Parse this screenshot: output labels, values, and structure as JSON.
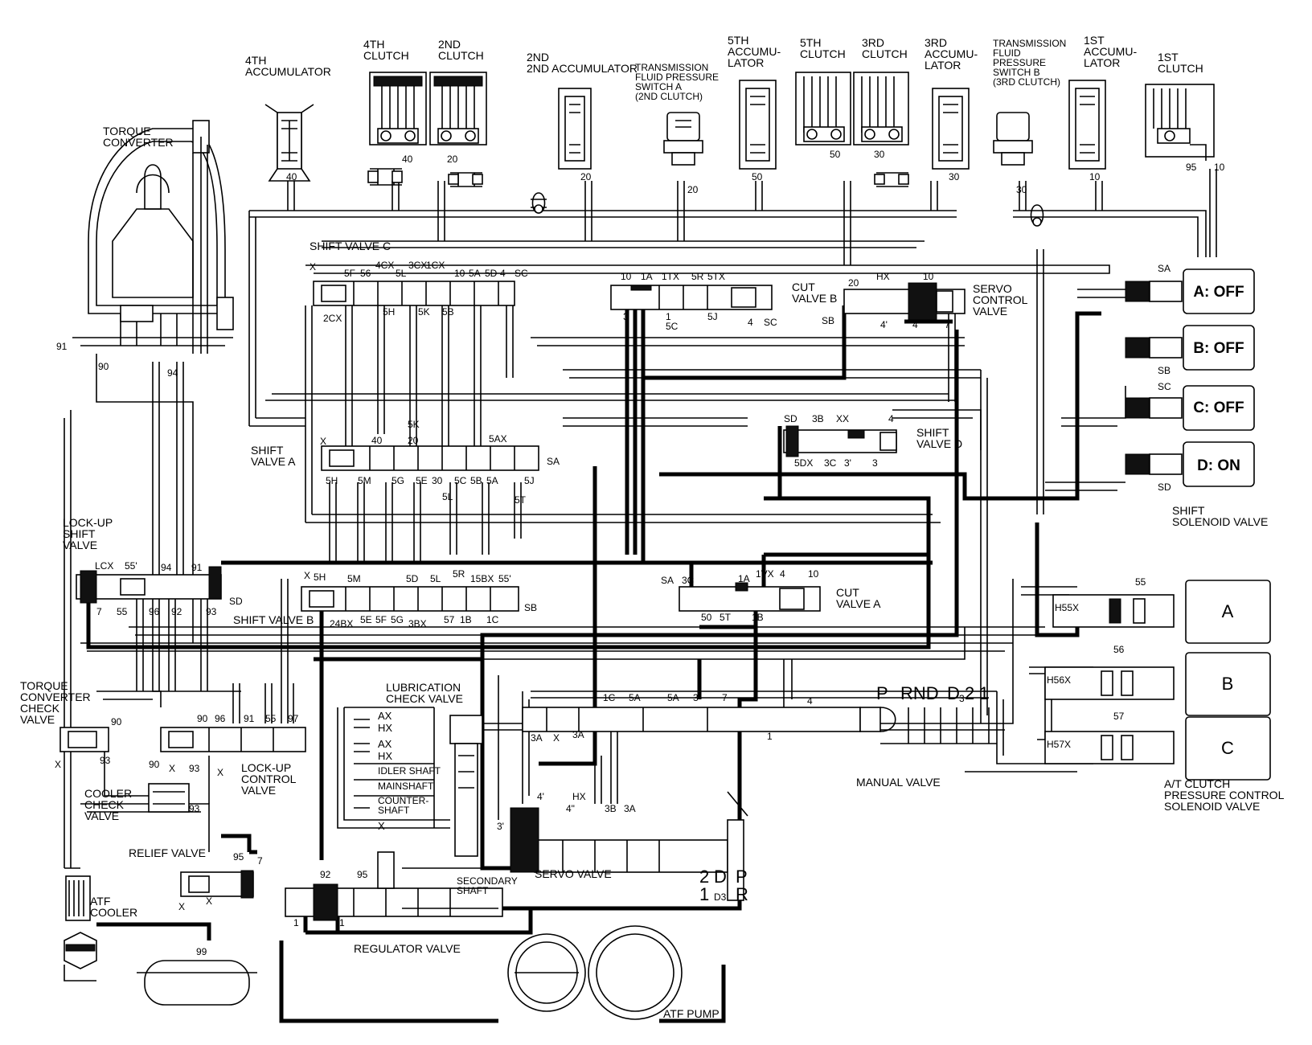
{
  "labels": {
    "accumulator_4th": [
      "4TH",
      "ACCUMULATOR"
    ],
    "clutch_4th": [
      "4TH",
      "CLUTCH"
    ],
    "clutch_2nd": [
      "2ND",
      "CLUTCH"
    ],
    "accumulator_2nd": [
      "2ND ACCUMULATOR"
    ],
    "pressure_switch_a": [
      "TRANSMISSION",
      "FLUID PRESSURE",
      "SWITCH A",
      "(2ND CLUTCH)"
    ],
    "accumulator_5th": [
      "5TH",
      "ACCUMU-",
      "LATOR"
    ],
    "clutch_5th": [
      "5TH",
      "CLUTCH"
    ],
    "clutch_3rd": [
      "3RD",
      "CLUTCH"
    ],
    "accumulator_3rd": [
      "3RD",
      "ACCUMU-",
      "LATOR"
    ],
    "pressure_switch_b": [
      "TRANSMISSION",
      "FLUID",
      "PRESSURE",
      "SWITCH B",
      "(3RD CLUTCH)"
    ],
    "accumulator_1st": [
      "1ST",
      "ACCUMU-",
      "LATOR"
    ],
    "clutch_1st": [
      "1ST",
      "CLUTCH"
    ],
    "torque_converter": [
      "TORQUE",
      "CONVERTER"
    ],
    "shift_valve_c": [
      "SHIFT VALVE C"
    ],
    "shift_valve_a": [
      "SHIFT",
      "VALVE A"
    ],
    "shift_valve_b": [
      "SHIFT VALVE B"
    ],
    "shift_valve_d": [
      "SHIFT",
      "VALVE D"
    ],
    "cut_valve_b": [
      "CUT",
      "VALVE B"
    ],
    "cut_valve_a": [
      "CUT",
      "VALVE A"
    ],
    "servo_control_valve": [
      "SERVO",
      "CONTROL",
      "VALVE"
    ],
    "lockup_shift_valve": [
      "LOCK-UP",
      "SHIFT",
      "VALVE"
    ],
    "tc_check_valve": [
      "TORQUE",
      "CONVERTER",
      "CHECK",
      "VALVE"
    ],
    "cooler_check_valve": [
      "COOLER",
      "CHECK",
      "VALVE"
    ],
    "lockup_control_valve": [
      "LOCK-UP",
      "CONTROL",
      "VALVE"
    ],
    "relief_valve": [
      "RELIEF VALVE"
    ],
    "atf_cooler": [
      "ATF",
      "COOLER"
    ],
    "lubrication_check_valve": [
      "LUBRICATION",
      "CHECK VALVE"
    ],
    "regulator_valve": [
      "REGULATOR VALVE"
    ],
    "servo_valve": [
      "SERVO VALVE"
    ],
    "atf_pump": [
      "ATF PUMP"
    ],
    "manual_valve": [
      "MANUAL VALVE"
    ],
    "shift_solenoid_valve": [
      "SHIFT",
      "SOLENOID VALVE"
    ],
    "at_clutch_pcsv": [
      "A/T CLUTCH",
      "PRESSURE CONTROL",
      "SOLENOID VALVE"
    ],
    "secondary_shaft": [
      "SECONDARY",
      "SHAFT"
    ]
  },
  "solenoids": [
    {
      "label": "A: OFF",
      "port": "SA"
    },
    {
      "label": "B: OFF",
      "port": "SB"
    },
    {
      "label": "C: OFF",
      "port": "SC"
    },
    {
      "label": "D: ON",
      "port": "SD"
    }
  ],
  "pcsv": [
    {
      "label": "A",
      "port": "H55X",
      "num": "55"
    },
    {
      "label": "B",
      "port": "H56X",
      "num": "56"
    },
    {
      "label": "C",
      "port": "H57X",
      "num": "57"
    }
  ],
  "lubrication_ports": [
    "AX",
    "HX",
    "AX",
    "HX",
    "IDLER SHAFT",
    "MAINSHAFT",
    "COUNTER-",
    "SHAFT",
    "X"
  ],
  "manual_positions": [
    "P",
    "RND",
    "D",
    "3",
    "2",
    "1"
  ],
  "manual_lever": [
    "2",
    "1",
    "D",
    "D3",
    "P",
    "R"
  ],
  "ports": {
    "sv_c_top": [
      "X",
      "5F",
      "56",
      "4CX",
      "5L",
      "3CX",
      "1CX",
      "10",
      "5A",
      "5D",
      "4",
      "SC"
    ],
    "sv_c_bottom": [
      "2CX",
      "5H",
      "5K",
      "5B"
    ],
    "sv_a_top": [
      "X",
      "40",
      "5K",
      "20",
      "5AX"
    ],
    "sv_a_bottom": [
      "5H",
      "5M",
      "5G",
      "5E",
      "30",
      "5C",
      "5B",
      "5A",
      "5J",
      "SA",
      "5L",
      "5T"
    ],
    "sv_b_top": [
      "X",
      "5H",
      "5M",
      "5D",
      "5L",
      "5R",
      "15BX",
      "55'"
    ],
    "sv_b_bottom": [
      "24BX",
      "5E",
      "5F",
      "5G",
      "3BX",
      "57",
      "1B",
      "1C",
      "SB"
    ],
    "cut_b": [
      "10",
      "1A",
      "1TX",
      "5R",
      "5TX",
      "3",
      "1",
      "5C",
      "5J",
      "4",
      "SC"
    ],
    "servo_ctrl": [
      "20",
      "HX",
      "10",
      "SB",
      "4'",
      "4",
      "7"
    ],
    "sv_d": [
      "SD",
      "3B",
      "XX",
      "4",
      "5DX",
      "3C",
      "3'",
      "3"
    ],
    "cut_a": [
      "SA",
      "3C",
      "1A",
      "1VX",
      "4",
      "10",
      "50",
      "5T",
      "1B"
    ],
    "lockup_shift": [
      "LCX",
      "55'",
      "94",
      "91",
      "SD",
      "7",
      "55",
      "96",
      "92",
      "93"
    ],
    "lockup_ctrl": [
      "90",
      "96",
      "91",
      "55",
      "97",
      "90",
      "X",
      "93",
      "X",
      "93"
    ],
    "misc": [
      "91",
      "90",
      "94",
      "90",
      "93",
      "X",
      "95",
      "7",
      "X",
      "X",
      "92",
      "95",
      "1",
      "1",
      "99",
      "3'",
      "4'",
      "HX",
      "4\"",
      "3B",
      "3A",
      "3A",
      "X",
      "3A",
      "1C",
      "5A",
      "5A",
      "3",
      "7",
      "4",
      "1"
    ],
    "clutch_nums": [
      "40",
      "40",
      "20",
      "20",
      "20",
      "50",
      "50",
      "30",
      "30",
      "30",
      "10",
      "95",
      "10"
    ]
  }
}
